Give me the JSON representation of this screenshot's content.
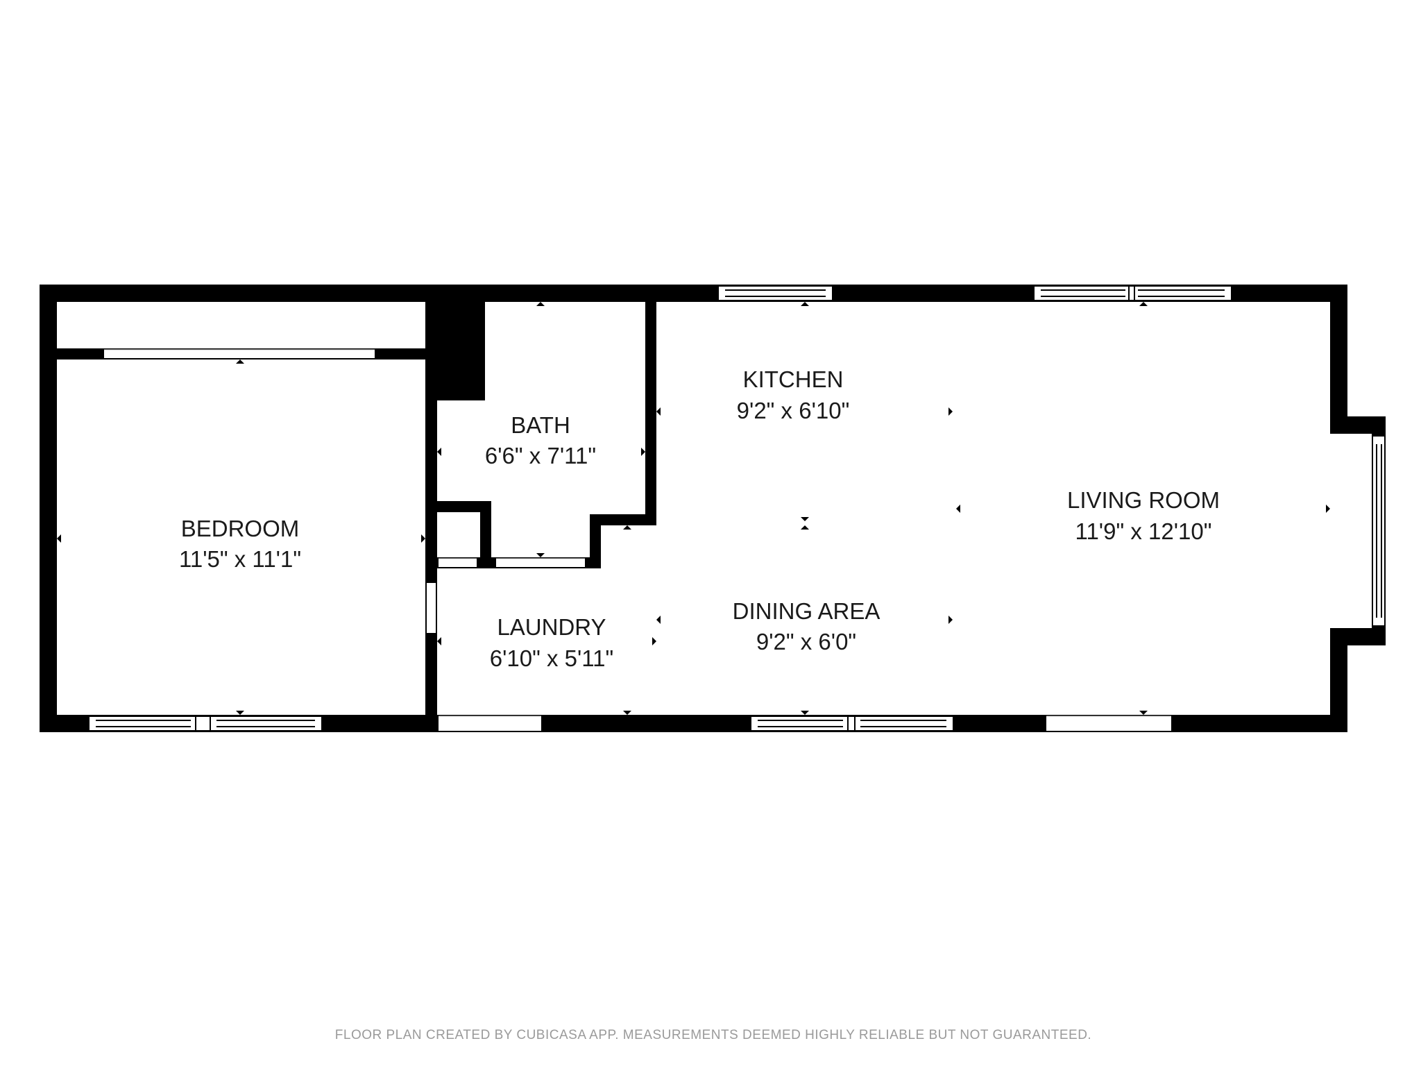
{
  "rooms": [
    {
      "id": "bedroom",
      "name": "BEDROOM",
      "dimensions": "11'5\" x 11'1\""
    },
    {
      "id": "bath",
      "name": "BATH",
      "dimensions": "6'6\" x 7'11\""
    },
    {
      "id": "kitchen",
      "name": "KITCHEN",
      "dimensions": "9'2\" x 6'10\""
    },
    {
      "id": "living-room",
      "name": "LIVING ROOM",
      "dimensions": "11'9\" x 12'10\""
    },
    {
      "id": "laundry",
      "name": "LAUNDRY",
      "dimensions": "6'10\" x 5'11\""
    },
    {
      "id": "dining-area",
      "name": "DINING AREA",
      "dimensions": "9'2\" x 6'0\""
    }
  ],
  "footer": "FLOOR PLAN CREATED BY CUBICASA APP. MEASUREMENTS DEEMED HIGHLY RELIABLE BUT NOT GUARANTEED."
}
